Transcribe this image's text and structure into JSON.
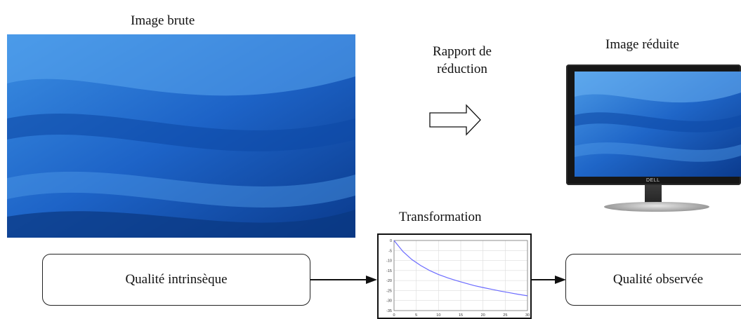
{
  "labels": {
    "raw_image": "Image brute",
    "ratio_line1": "Rapport de",
    "ratio_line2": "réduction",
    "reduced_image": "Image réduite",
    "transformation": "Transformation",
    "intrinsic_quality": "Qualité intrinsèque",
    "observed_quality": "Qualité observée",
    "monitor_brand": "DELL"
  },
  "colors": {
    "wallpaper_dark": "#0b3d8c",
    "wallpaper_light": "#3a8fe0",
    "curve": "#6b6bff"
  },
  "chart_data": {
    "type": "line",
    "x": [
      0,
      2,
      4,
      6,
      8,
      10,
      12,
      14,
      16,
      18,
      20,
      22,
      24,
      26,
      28,
      30
    ],
    "series": [
      {
        "values": [
          0,
          -5.5,
          -9.5,
          -12.5,
          -15,
          -17,
          -18.6,
          -20,
          -21.3,
          -22.5,
          -23.5,
          -24.4,
          -25.3,
          -26.1,
          -26.9,
          -27.6
        ]
      }
    ],
    "xticks": [
      "0",
      "5",
      "10",
      "15",
      "20",
      "25",
      "30"
    ],
    "yticks": [
      "0",
      "-5",
      "-10",
      "-15",
      "-20",
      "-25",
      "-30",
      "-35"
    ],
    "xlim": [
      0,
      30
    ],
    "ylim": [
      -35,
      0
    ],
    "grid": true
  }
}
